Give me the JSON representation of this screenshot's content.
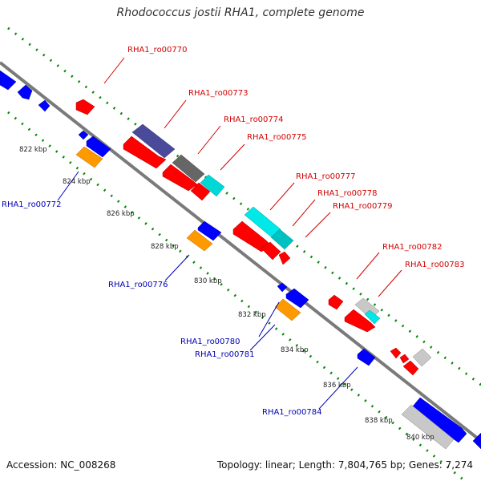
{
  "title": "Rhodococcus jostii RHA1, complete genome",
  "accession_text": "Accession: NC_008268",
  "topology_text": "Topology: linear; Length: 7,804,765 bp; Genes: 7,274",
  "colors": {
    "red": "#ff0000",
    "blue": "#0000ff",
    "orange": "#ff9900",
    "navy": "#4a4a9a",
    "dark_gray": "#666666",
    "cyan": "#00d8d8",
    "light_gray": "#c8c8c8",
    "backbone": "#808080",
    "tick_green": "#008800",
    "label_red": "#d40000",
    "label_blue": "#0000b4"
  },
  "ticks": [
    "822 kbp",
    "824 kbp",
    "826 kbp",
    "828 kbp",
    "830 kbp",
    "832 kbp",
    "834 kbp",
    "836 kbp",
    "838 kbp",
    "840 kbp"
  ],
  "labels_forward": [
    "RHA1_ro00770",
    "RHA1_ro00773",
    "RHA1_ro00774",
    "RHA1_ro00775",
    "RHA1_ro00777",
    "RHA1_ro00778",
    "RHA1_ro00779",
    "RHA1_ro00782",
    "RHA1_ro00783"
  ],
  "labels_reverse": [
    "RHA1_ro00772",
    "RHA1_ro00776",
    "RHA1_ro00780",
    "RHA1_ro00781",
    "RHA1_ro00784"
  ]
}
